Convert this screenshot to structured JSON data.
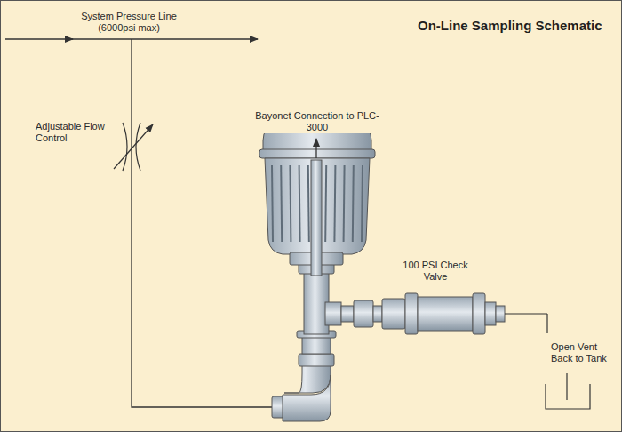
{
  "diagram": {
    "title": "On-Line Sampling Schematic",
    "labels": [
      "System Pressure Line (6000psi max)",
      "Adjustable Flow Control",
      "Bayonet Connection to PLC-3000",
      "100 PSI Check Valve",
      "Open Vent Back to Tank"
    ]
  }
}
